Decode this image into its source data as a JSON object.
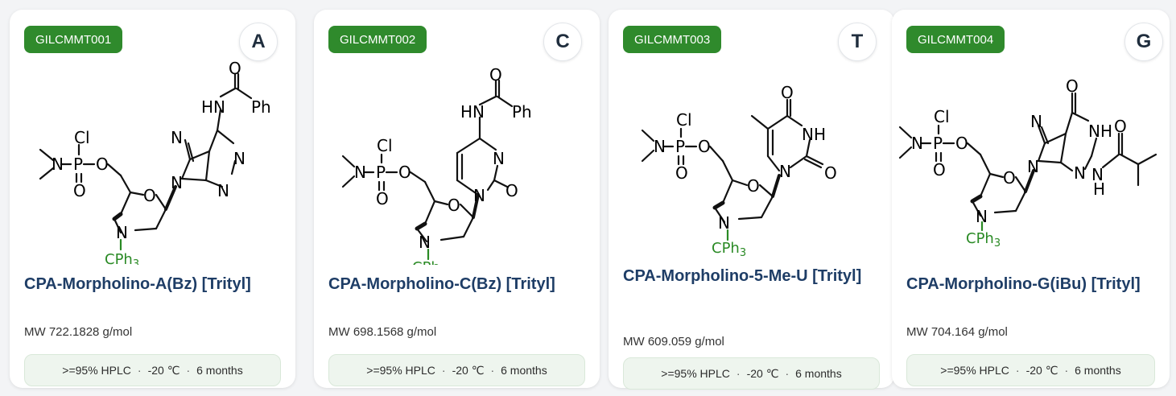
{
  "colors": {
    "badge": "#2f8a2c",
    "name": "#1e3d66",
    "trityl": "#2a8a25"
  },
  "products": [
    {
      "code": "GILCMMT001",
      "base": "A",
      "name": "CPA-Morpholino-A(Bz) [Trityl]",
      "mw": "MW 722.1828 g/mol",
      "purity": ">=95% HPLC",
      "storage": "-20 ℃",
      "stability": "6 months"
    },
    {
      "code": "GILCMMT002",
      "base": "C",
      "name": "CPA-Morpholino-C(Bz) [Trityl]",
      "mw": "MW 698.1568 g/mol",
      "purity": ">=95% HPLC",
      "storage": "-20 ℃",
      "stability": "6 months"
    },
    {
      "code": "GILCMMT003",
      "base": "T",
      "name": "CPA-Morpholino-5-Me-U [Trityl]",
      "mw": "MW 609.059 g/mol",
      "purity": ">=95% HPLC",
      "storage": "-20 ℃",
      "stability": "6 months"
    },
    {
      "code": "GILCMMT004",
      "base": "G",
      "name": "CPA-Morpholino-G(iBu) [Trityl]",
      "mw": "MW 704.164 g/mol",
      "purity": ">=95% HPLC",
      "storage": "-20 ℃",
      "stability": "6 months"
    }
  ],
  "structure_labels": {
    "cl": "Cl",
    "n": "N",
    "p": "P",
    "o": "O",
    "cph3": "CPh",
    "sub3": "3",
    "ph": "Ph",
    "hn": "HN",
    "nh": "NH",
    "h": "H"
  }
}
